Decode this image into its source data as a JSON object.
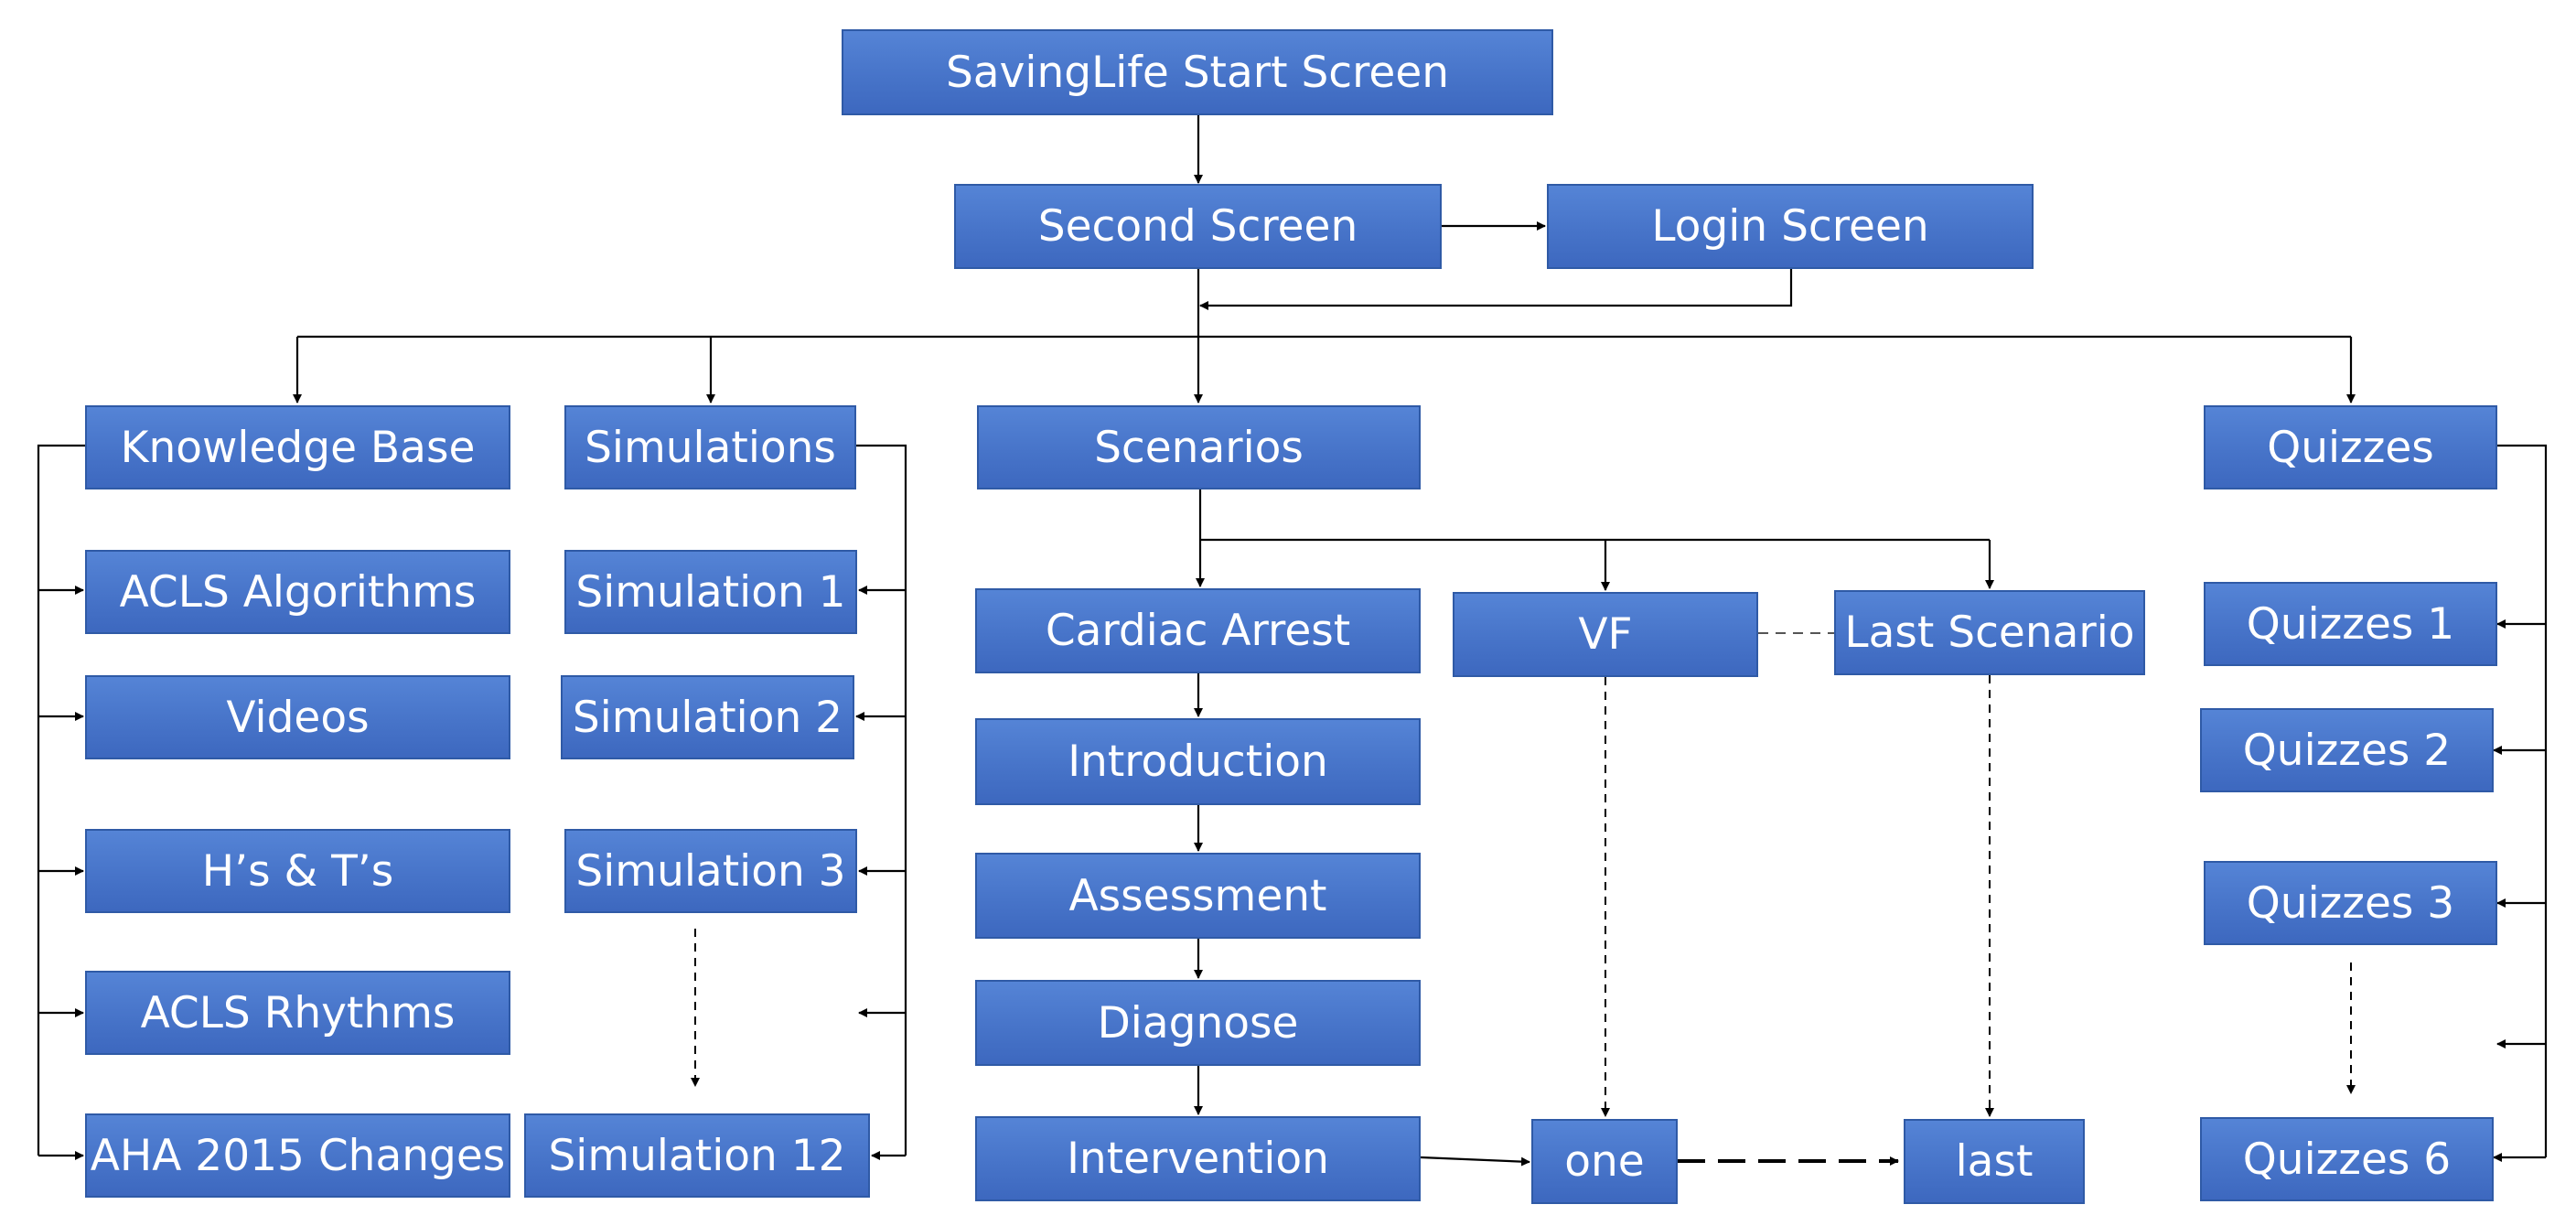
{
  "nodes": {
    "start": "SavingLife Start Screen",
    "second": "Second Screen",
    "login": "Login Screen",
    "knowledge_base": "Knowledge Base",
    "acls_algorithms": "ACLS Algorithms",
    "videos": "Videos",
    "hs_ts": "H’s & T’s",
    "acls_rhythms": "ACLS Rhythms",
    "aha_2015": "AHA 2015 Changes",
    "simulations": "Simulations",
    "simulation_1": "Simulation 1",
    "simulation_2": "Simulation 2",
    "simulation_3": "Simulation 3",
    "simulation_12": "Simulation 12",
    "scenarios": "Scenarios",
    "cardiac_arrest": "Cardiac Arrest",
    "introduction": "Introduction",
    "assessment": "Assessment",
    "diagnose": "Diagnose",
    "intervention": "Intervention",
    "vf": "VF",
    "last_scenario": "Last Scenario",
    "one": "one",
    "last": "last",
    "quizzes": "Quizzes",
    "quizzes_1": "Quizzes 1",
    "quizzes_2": "Quizzes 2",
    "quizzes_3": "Quizzes 3",
    "quizzes_6": "Quizzes 6"
  },
  "colors": {
    "box_fill": "#4a77cc",
    "box_border": "#2f5aa6",
    "box_text": "#ffffff",
    "line": "#000000",
    "dash_line": "#555555"
  }
}
